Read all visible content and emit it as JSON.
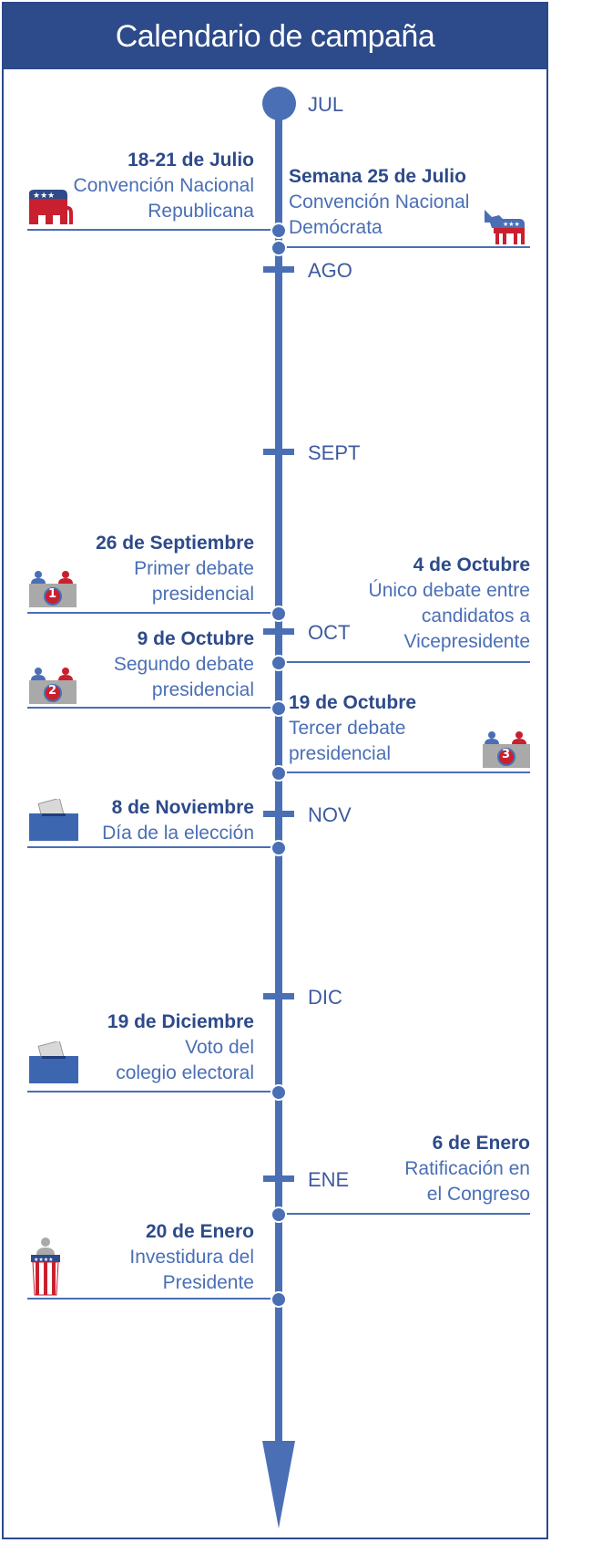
{
  "title": "Calendario de campaña",
  "months": [
    "JUL",
    "AGO",
    "SEPT",
    "OCT",
    "NOV",
    "DIC",
    "ENE"
  ],
  "events": [
    {
      "date": "18-21 de Julio",
      "line1": "Convención Nacional",
      "line2": "Republicana",
      "icon": "republican-elephant-icon"
    },
    {
      "date": "Semana 25 de Julio",
      "line1": "Convención Nacional",
      "line2": "Demócrata",
      "icon": "democratic-donkey-icon"
    },
    {
      "date": "26 de Septiembre",
      "line1": "Primer debate",
      "line2": "presidencial",
      "badge": "1",
      "icon": "debate-podium-icon"
    },
    {
      "date": "4 de Octubre",
      "line1": "Único debate entre",
      "line2": "candidatos a",
      "line3": "Vicepresidente"
    },
    {
      "date": "9 de Octubre",
      "line1": "Segundo debate",
      "line2": "presidencial",
      "badge": "2",
      "icon": "debate-podium-icon"
    },
    {
      "date": "19 de Octubre",
      "line1": "Tercer debate",
      "line2": "presidencial",
      "badge": "3",
      "icon": "debate-podium-icon"
    },
    {
      "date": "8 de Noviembre",
      "line1": "Día de la elección",
      "icon": "ballot-box-icon"
    },
    {
      "date": "19 de Diciembre",
      "line1": "Voto del",
      "line2": "colegio electoral",
      "icon": "ballot-box-icon"
    },
    {
      "date": "6 de Enero",
      "line1": "Ratificación en",
      "line2": "el Congreso"
    },
    {
      "date": "20 de Enero",
      "line1": "Investidura del",
      "line2": "Presidente",
      "icon": "president-podium-icon"
    }
  ],
  "colors": {
    "primary": "#4a6fb5",
    "dark": "#2d4a8a",
    "red": "#c8202f",
    "gray": "#a9a9a9"
  }
}
